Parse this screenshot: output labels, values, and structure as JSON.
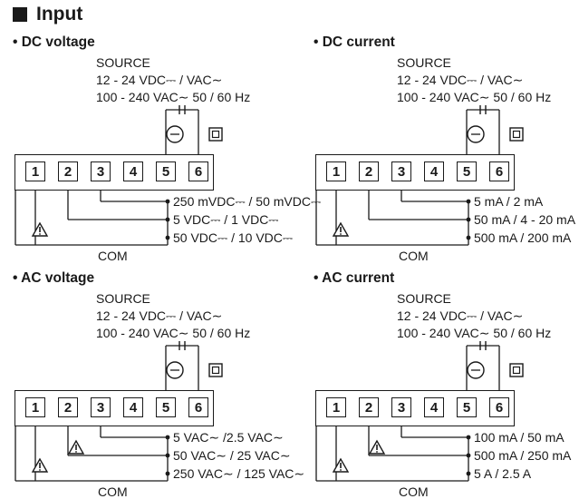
{
  "heading": "Input",
  "source": {
    "title": "SOURCE",
    "line1": "12 - 24 VDC⎓ / VAC∼",
    "line2": "100 - 240 VAC∼ 50 / 60 Hz"
  },
  "com_label": "COM",
  "terminals": [
    "1",
    "2",
    "3",
    "4",
    "5",
    "6"
  ],
  "sections": [
    {
      "id": "dc-voltage",
      "title": "• DC voltage",
      "ranges": [
        "250 mVDC⎓ / 50 mVDC⎓",
        "5 VDC⎓ / 1 VDC⎓",
        "50 VDC⎓ / 10 VDC⎓"
      ]
    },
    {
      "id": "dc-current",
      "title": "• DC current",
      "ranges": [
        "5 mA / 2 mA",
        "50 mA / 4 - 20 mA",
        "500 mA / 200 mA"
      ]
    },
    {
      "id": "ac-voltage",
      "title": "• AC voltage",
      "ranges": [
        "5 VAC∼ /2.5 VAC∼",
        "50 VAC∼ / 25 VAC∼",
        "250 VAC∼ / 125 VAC∼"
      ]
    },
    {
      "id": "ac-current",
      "title": "• AC current",
      "ranges": [
        "100 mA / 50 mA",
        "500 mA / 250 mA",
        "5 A / 2.5 A"
      ]
    }
  ]
}
